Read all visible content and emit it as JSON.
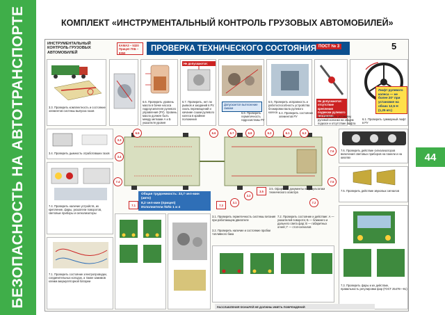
{
  "sidebar": {
    "title": "БЕЗОПАСНОСТЬ НА АВТОТРАНСПОРТЕ"
  },
  "page_badge": "44",
  "header": {
    "title": "КОМПЛЕКТ «ИНСТРУМЕНТАЛЬНЫЙ КОНТРОЛЬ ГРУЗОВЫХ АВТОМОБИЛЕЙ»"
  },
  "poster": {
    "org": "ИНСТРУМЕНТАЛЬНЫЙ КОНТРОЛЬ ГРУЗОВЫХ АВТОМОБИЛЕЙ",
    "model": [
      "КАМАЗ – 5320",
      "Прицеп ГКБ – 8350"
    ],
    "title": "ПРОВЕРКА ТЕХНИЧЕСКОГО СОСТОЯНИЯ",
    "post": "ПОСТ № 3",
    "number": "5",
    "labor": [
      "Общая трудоемкость: 33,7 чел-мин (авто)",
      "8,2 чел-мин (прицеп)",
      "Исполнители №№ 1 и 4"
    ],
    "bottom_bar": "РАССЛАБЛЕНИЯ ФОНАРЕЙ НЕ ДОЛЖНЫ ИМЕТЬ ПОВРЕЖДЕНИЙ",
    "marker_labels": [
      "6.5",
      "6.6",
      "6.7",
      "6.8",
      "6.2",
      "6.1",
      "6.3",
      "3.3",
      "3.4",
      "7.6",
      "7.4",
      "7.5",
      "7.1",
      "7.3",
      "3.1",
      "3.2",
      "3.5",
      "7.2"
    ],
    "notes": {
      "n1": "Не допускаются:",
      "n2": "Допускается вытеснение смазки",
      "n3": "Люфт рулевого колеса — не более 20° при установке на обоих 12,5 Н (1,25 кгс)",
      "n4": "Не допускаются: отсутствие крепления подвески рулевого механизма",
      "n5": "Не допускаются: отсутствие регулировки и люфта",
      "n6": "Суммарный люфт в РУ"
    },
    "captions": {
      "c33": "3.3. Проверить комплектность и состояние элементов системы выпуска газов",
      "c34": "3.4. Проверить дымность отработавших газов",
      "c66": "6.6. Проверить уровень масла в бачке насоса гидроусилителя рулевого управления (РУ). Уровень масла должен быть между метками А и Б указателя уровня",
      "c67": "6.7. Проверить, нет ли рывков и заеданий в РУ, сколь перемещений и качание сошки рулевого колеса в крайние положения",
      "c65": "6.5. Проверить исправность и работоспособность устройства блокировки вала рулевого колеса",
      "c64": "6.4. Проверить состояние элементов РУ",
      "c68": "6.8. Проверить герметичность гидросистемы РУ",
      "c62": "6.2. Проверить установку рулевой колонки на общем подкосе и отсутствие люфта",
      "c61": "6.1. Проверить суммарный люфт в РУ",
      "c76": "7.6. Проверить действие сигнализаторов включения световых приборов на панели и на шкалах",
      "c75": "7.5. Проверить действие звуковых сигналов",
      "c74": "7.4. Проверить наличие устройств, их крепление, фары, указатели поворотов, световые приборы и сигнализаторы",
      "c71": "7.1. Проверить состояние электропроводки, соединительных колодок, а также зажимов клемм аккумуляторной батареи",
      "c72": "7.2. Проверить состояние и действие: А — указателей поворота; Б — ближнего и дальнего света фар; В — габаритных огней; Г — стоп-сигналов",
      "c73": "7.3. Проверить фары и их действие, правильность регулировки фар (ГОСТ 25478—91)",
      "c31": "3.1. Проверить герметичность системы питания при работающем двигателе",
      "c32": "3.2. Проверить наличие и состояние пробки топливного бака",
      "c35": "3.5. Оформить документы по результатам технического осмотра"
    }
  }
}
